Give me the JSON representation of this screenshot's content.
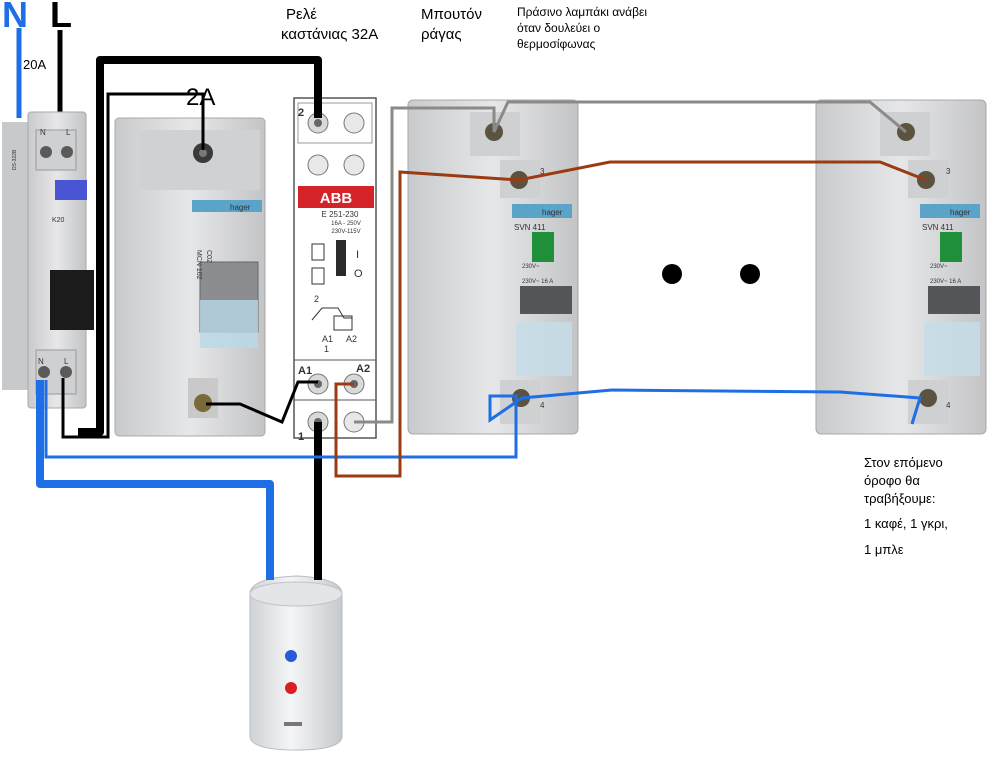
{
  "labels": {
    "neutral_letter": "N",
    "line_letter": "L",
    "main_breaker_rating": "20A",
    "mini_breaker_rating": "2A",
    "relay_title_line1": "Ρελέ",
    "relay_title_line2": "καστάνιας 32A",
    "button_title_line1": "Μπουτόν",
    "button_title_line2": "ράγας",
    "lamp_note_line1": "Πράσινο λαμπάκι ανάβει",
    "lamp_note_line2": "όταν δουλεύει ο",
    "lamp_note_line3": "θερμοσίφωνας",
    "next_floor_line1": "Στον επόμενο",
    "next_floor_line2": "όροφο θα",
    "next_floor_line3": "τραβήξουμε:",
    "next_floor_line4": "1 καφέ, 1 γκρι,",
    "next_floor_line5": "1 μπλε"
  },
  "devices": {
    "rcbo_model": "DS-322B",
    "rcbo_rating": "K20",
    "rcbo_terminal_n": "N",
    "rcbo_terminal_l": "L",
    "mcb_brand": "hager",
    "mcb_model": "MCN 102",
    "mcb_code": "C02",
    "relay_brand": "ABB",
    "relay_model": "E 251-230",
    "relay_spec1": "16A - 250V",
    "relay_spec2": "230V-115V",
    "relay_terminal_top": "2",
    "relay_terminal_a1": "A1",
    "relay_terminal_a2": "A2",
    "relay_terminal_bottom": "1",
    "relay_diag_2": "2",
    "relay_diag_1": "1",
    "relay_diag_a1": "A1",
    "relay_diag_a2": "A2",
    "relay_on": "I",
    "relay_off": "O",
    "button_brand": "hager",
    "button_model": "SVN 411",
    "button_voltage": "230V~",
    "button_spec": "230V~ 16 A",
    "button_terminal_3": "3",
    "button_terminal_4": "4"
  },
  "colors": {
    "black_wire": "#000000",
    "blue_wire": "#1e6fe6",
    "brown_wire": "#9a3b12",
    "grey_wire": "#8a8a8a",
    "device_body": "#d9dadc",
    "abb_red": "#d4242a",
    "button_green": "#1f8f3a"
  }
}
